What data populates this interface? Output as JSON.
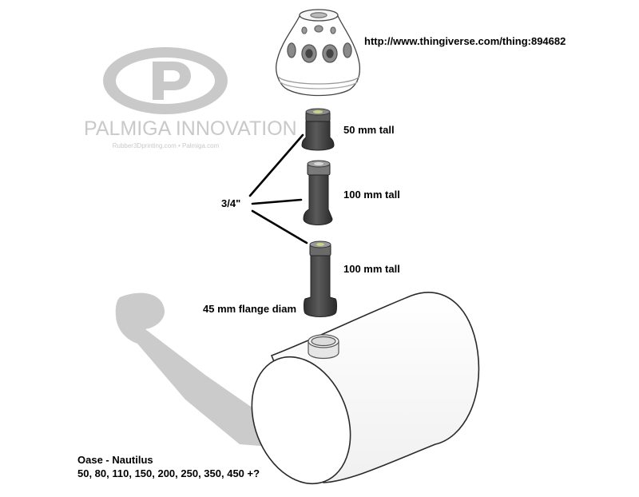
{
  "url": "http://www.thingiverse.com/thing:894682",
  "logo": {
    "name": "PALMIGA INNOVATION",
    "tagline": "Rubber3Dprinting.com • Palmiga.com"
  },
  "parts": [
    {
      "label": "50 mm tall"
    },
    {
      "label": "100 mm tall"
    },
    {
      "label": "100 mm tall"
    }
  ],
  "thread_label": "3/4\"",
  "flange_label": "45 mm flange diam",
  "pump": {
    "name": "Oase - Nautilus",
    "models": "50, 80, 110, 150, 200, 250, 350, 450 +?"
  },
  "colors": {
    "part": "#3c3c3c",
    "logo": "#c9c9c9",
    "shadow": "#bdbdbd",
    "outline": "#2a2a2a"
  }
}
